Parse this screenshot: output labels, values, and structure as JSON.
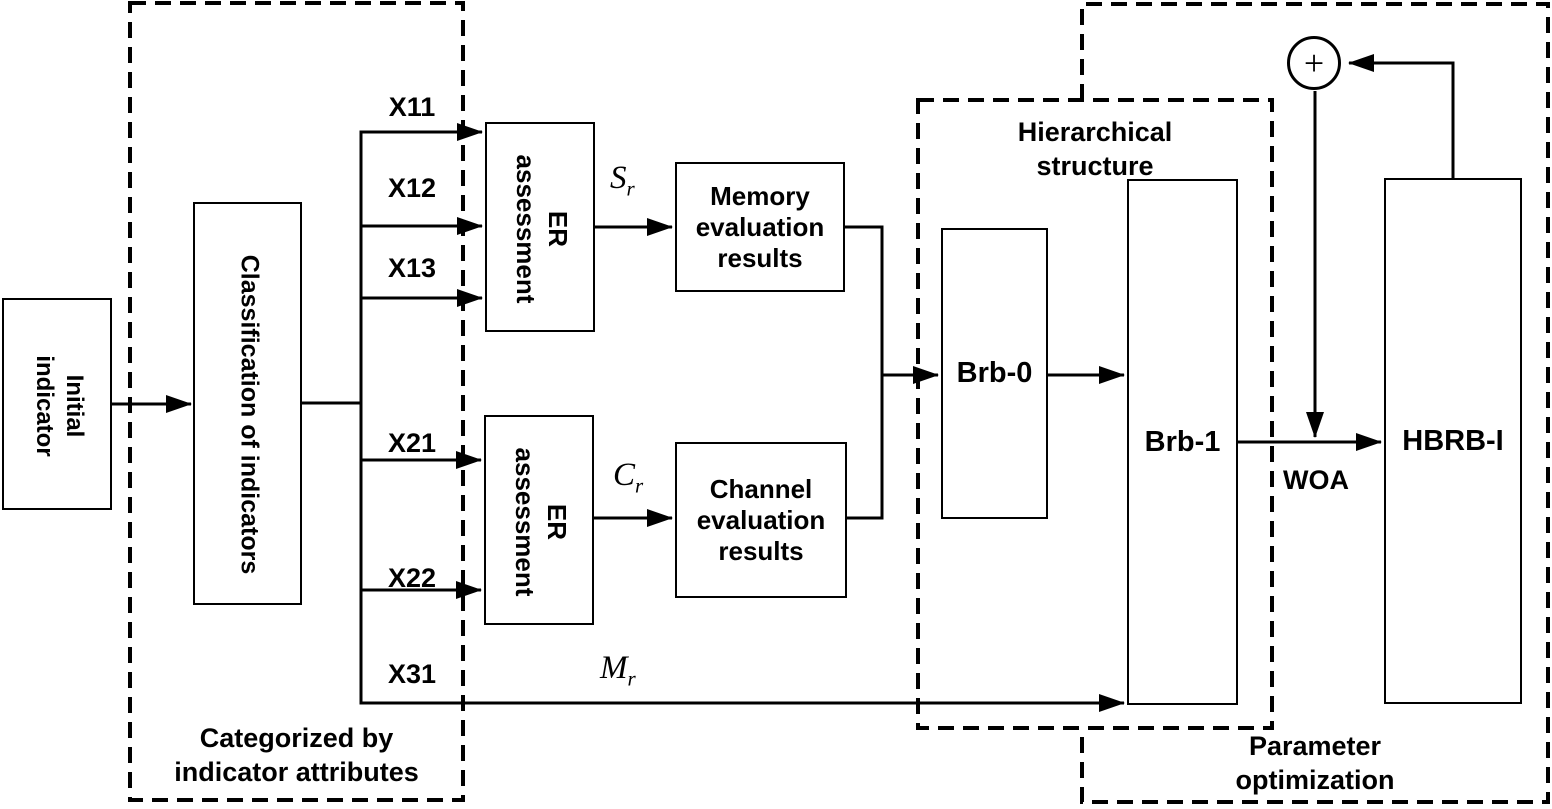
{
  "diagram": {
    "boxes": {
      "initial_indicator": {
        "label": "Initial\nindicator"
      },
      "classification": {
        "label": "Classification of indicators"
      },
      "er_assessment_1": {
        "label": "ER\nassessment"
      },
      "er_assessment_2": {
        "label": "ER\nassessment"
      },
      "memory_results": {
        "label": "Memory\nevaluation\nresults"
      },
      "channel_results": {
        "label": "Channel\nevaluation\nresults"
      },
      "brb0": {
        "label": "Brb-0"
      },
      "brb1": {
        "label": "Brb-1"
      },
      "hbrb": {
        "label": "HBRB-I"
      }
    },
    "groups": {
      "categorized": {
        "label": "Categorized by\nindicator attributes"
      },
      "hierarchical": {
        "label": "Hierarchical\nstructure"
      },
      "parameter": {
        "label": "Parameter\noptimization"
      }
    },
    "signals": {
      "x11": "X11",
      "x12": "X12",
      "x13": "X13",
      "x21": "X21",
      "x22": "X22",
      "x31": "X31",
      "sr": {
        "main": "S",
        "sub": "r"
      },
      "cr": {
        "main": "C",
        "sub": "r"
      },
      "mr": {
        "main": "M",
        "sub": "r"
      },
      "woa": "WOA",
      "plus": "+"
    },
    "colors": {
      "line": "#000000",
      "background": "#ffffff"
    }
  }
}
